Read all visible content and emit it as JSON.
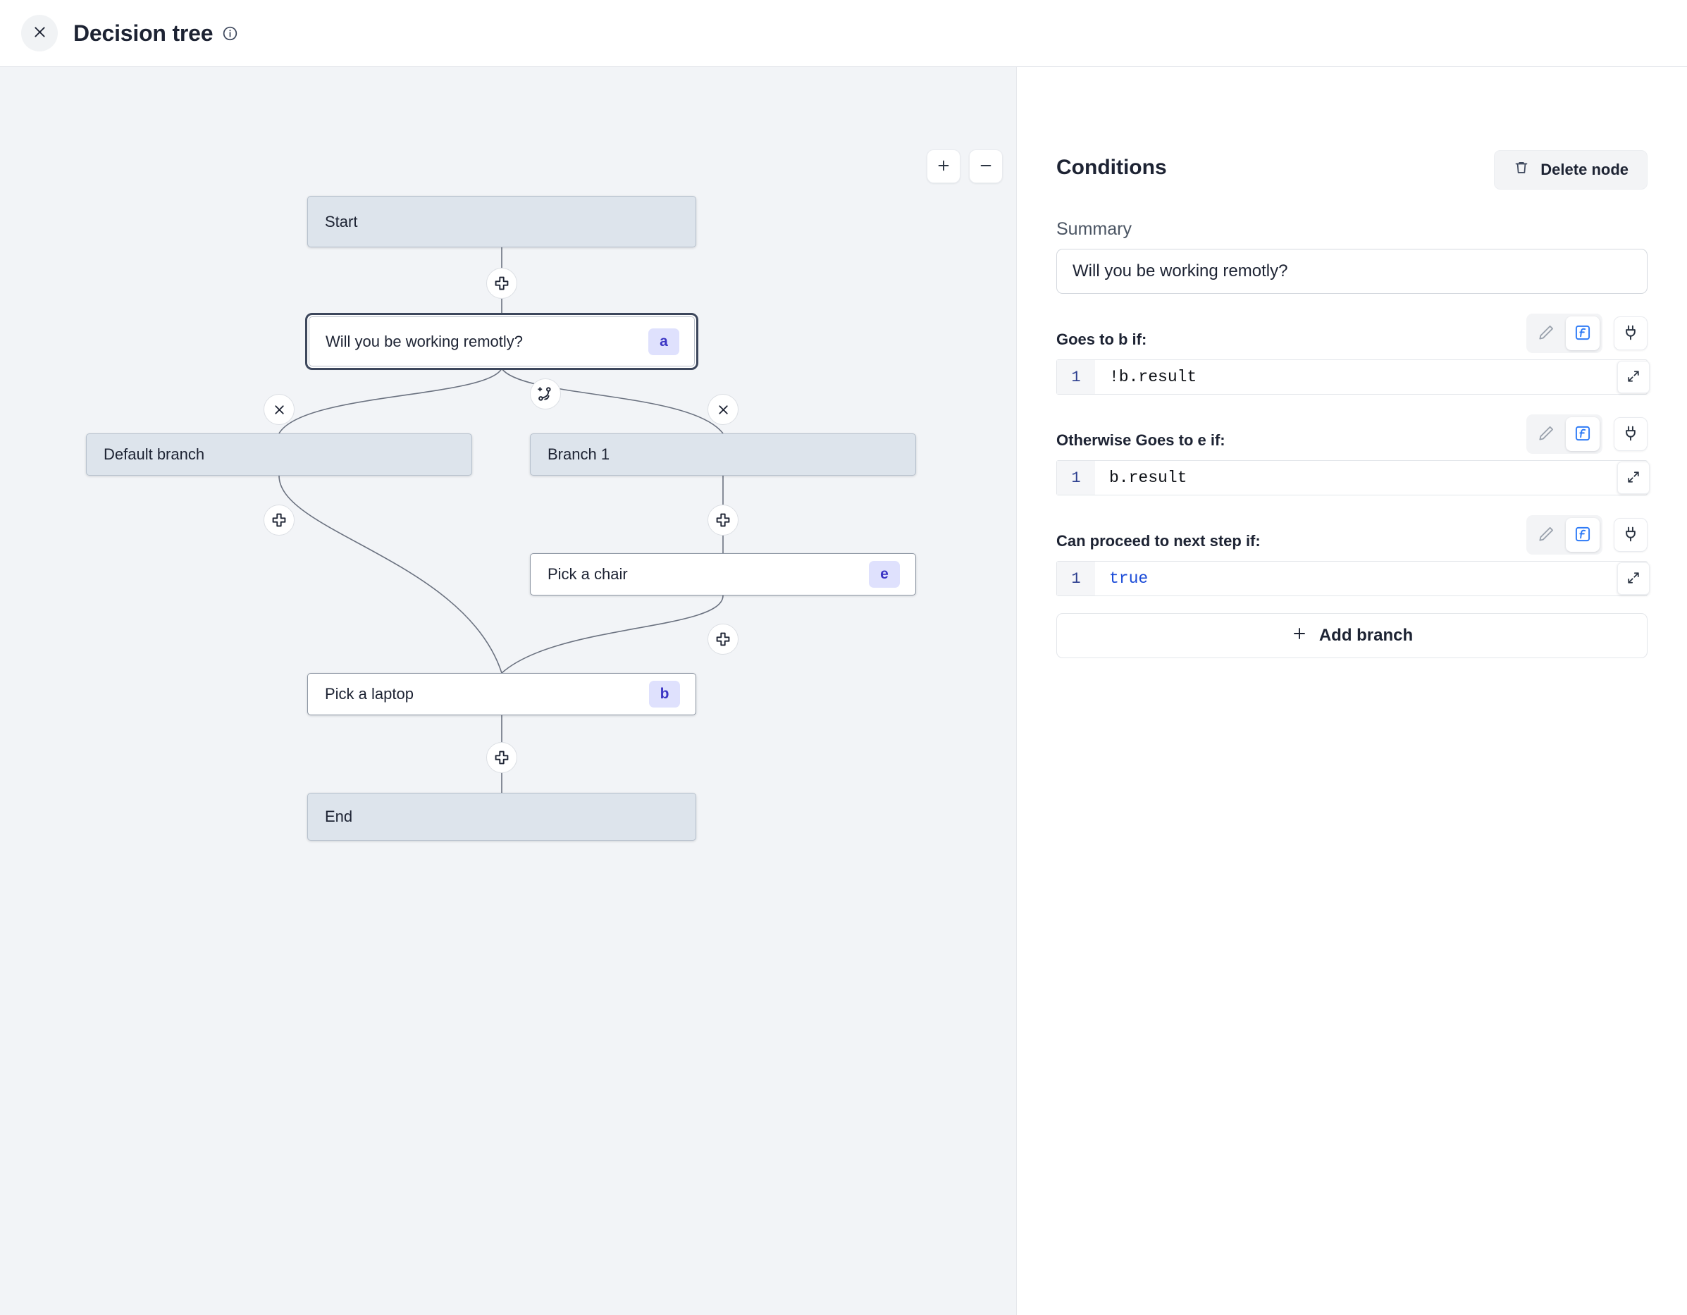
{
  "header": {
    "close_icon": "close-icon",
    "title": "Decision tree",
    "info_icon": "info-circle-icon"
  },
  "canvas": {
    "zoom_in_label": "+",
    "zoom_out_label": "−",
    "nodes": [
      {
        "id": "start",
        "label": "Start",
        "badge": "",
        "kind": "terminal"
      },
      {
        "id": "a",
        "label": "Will you be working remotly?",
        "badge": "a",
        "kind": "selected"
      },
      {
        "id": "def",
        "label": "Default branch",
        "badge": "",
        "kind": "branch"
      },
      {
        "id": "br1",
        "label": "Branch 1",
        "badge": "",
        "kind": "branch"
      },
      {
        "id": "chair",
        "label": "Pick a chair",
        "badge": "e",
        "kind": "step"
      },
      {
        "id": "laptop",
        "label": "Pick a laptop",
        "badge": "b",
        "kind": "step"
      },
      {
        "id": "end",
        "label": "End",
        "badge": "",
        "kind": "terminal"
      }
    ],
    "handles": [
      {
        "name": "insert-node-handle-start-to-a",
        "icon": "plus-cross-icon"
      },
      {
        "name": "remove-branch-handle-default",
        "icon": "close-icon"
      },
      {
        "name": "add-branch-handle",
        "icon": "branch-plus-icon"
      },
      {
        "name": "remove-branch-handle-branch1",
        "icon": "close-icon"
      },
      {
        "name": "insert-node-handle-default",
        "icon": "plus-cross-icon"
      },
      {
        "name": "insert-node-handle-branch1",
        "icon": "plus-cross-icon"
      },
      {
        "name": "insert-node-handle-chair",
        "icon": "plus-cross-icon"
      },
      {
        "name": "insert-node-handle-laptop",
        "icon": "plus-cross-icon"
      }
    ]
  },
  "panel": {
    "title": "Conditions",
    "delete_button": "Delete node",
    "delete_icon": "trash-icon",
    "summary_label": "Summary",
    "summary_value": "Will you be working remotly?",
    "add_branch_label": "Add branch",
    "tool_icons": {
      "pencil": "pencil-icon",
      "function": "function-f-icon",
      "plug": "plug-icon",
      "expand": "expand-diagonal-icon"
    },
    "conditions": [
      {
        "title": "Goes to b if:",
        "line_no": "1",
        "code": "!b.result",
        "keyword": false
      },
      {
        "title": "Otherwise Goes to e if:",
        "line_no": "1",
        "code": "b.result",
        "keyword": false
      },
      {
        "title": "Can proceed to next step if:",
        "line_no": "1",
        "code": "true",
        "keyword": true
      }
    ]
  },
  "colors": {
    "accent_blue": "#1a4bd8",
    "badge_bg": "#dfe1fd",
    "badge_fg": "#3b35c4",
    "node_terminal_bg": "#dde4ec",
    "canvas_bg": "#f2f4f7",
    "text_dark": "#1d2333"
  }
}
